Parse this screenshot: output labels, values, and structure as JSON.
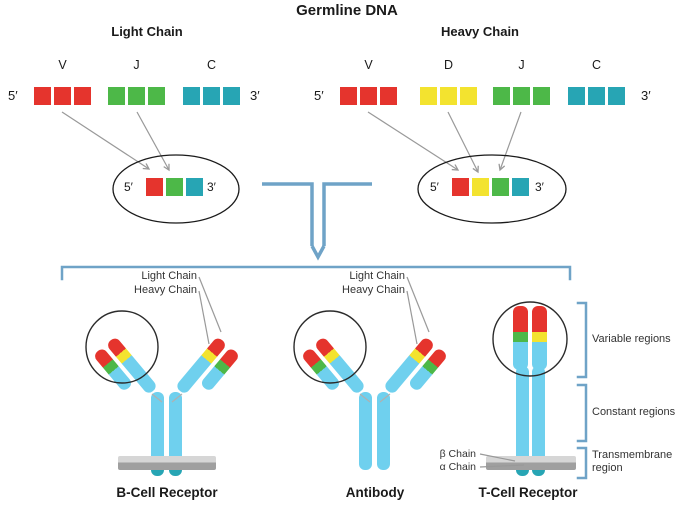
{
  "palette": {
    "red": "#e5342d",
    "green": "#4db848",
    "yellow": "#f3e32f",
    "teal": "#27a5b4",
    "blue": "#6fd0ee",
    "connector": "#6fa3c7",
    "arrow_gray": "#999999",
    "membrane_light": "#d6d6d6",
    "membrane_dark": "#9f9f9f",
    "text": "#1a1a1a"
  },
  "title": "Germline DNA",
  "germline": {
    "light": {
      "heading": "Light Chain",
      "five_prime": "5′",
      "three_prime": "3′",
      "groups": [
        {
          "label": "V",
          "color": "red",
          "count": 3
        },
        {
          "label": "J",
          "color": "green",
          "count": 3
        },
        {
          "label": "C",
          "color": "teal",
          "count": 3
        }
      ],
      "recombined": {
        "segments": [
          "red",
          "green",
          "teal"
        ]
      }
    },
    "heavy": {
      "heading": "Heavy Chain",
      "five_prime": "5′",
      "three_prime": "3′",
      "groups": [
        {
          "label": "V",
          "color": "red",
          "count": 3
        },
        {
          "label": "D",
          "color": "yellow",
          "count": 3
        },
        {
          "label": "J",
          "color": "green",
          "count": 3
        },
        {
          "label": "C",
          "color": "teal",
          "count": 3
        }
      ],
      "recombined": {
        "segments": [
          "red",
          "yellow",
          "green",
          "teal"
        ]
      }
    }
  },
  "receptors": {
    "bcell": {
      "label": "B-Cell Receptor",
      "callouts": [
        "Light Chain",
        "Heavy Chain"
      ]
    },
    "antibody": {
      "label": "Antibody",
      "callouts": [
        "Light Chain",
        "Heavy Chain"
      ]
    },
    "tcell": {
      "label": "T-Cell Receptor",
      "chain_labels": [
        "β Chain",
        "α Chain"
      ],
      "region_labels": [
        "Variable regions",
        "Constant regions",
        "Transmembrane region"
      ]
    }
  }
}
